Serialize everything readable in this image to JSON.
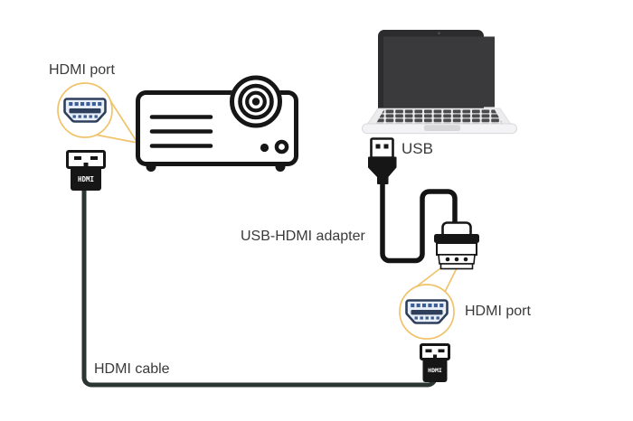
{
  "labels": {
    "hdmi_port_projector": "HDMI port",
    "usb": "USB",
    "usb_hdmi_adapter": "USB-HDMI adapter",
    "hdmi_port_adapter": "HDMI port",
    "hdmi_cable": "HDMI cable",
    "plug_left_text": "HDMI",
    "plug_right_text": "HDMI"
  },
  "icons": {
    "projector": "projector-drawing",
    "laptop": "laptop-drawing",
    "usb_plug": "usb-plug-drawing",
    "usb_hdmi_adapter": "adapter-drawing",
    "hdmi_plug": "hdmi-plug-drawing",
    "hdmi_port": "hdmi-socket-drawing"
  },
  "colors": {
    "background": "#ffffff",
    "line_black": "#161616",
    "cable_dark": "#2b3633",
    "callout_yellow": "#f0c36a",
    "text": "#3a3a3a",
    "hdmi_icon_border": "#2e3f5c",
    "hdmi_icon_fill": "#e9eff8",
    "hdmi_icon_pin": "#3b5e96",
    "laptop_bezel": "#2c2c2e",
    "laptop_screen": "#3a3a3c",
    "laptop_body": "#ececee",
    "laptop_keys": "#4a4a4c"
  }
}
